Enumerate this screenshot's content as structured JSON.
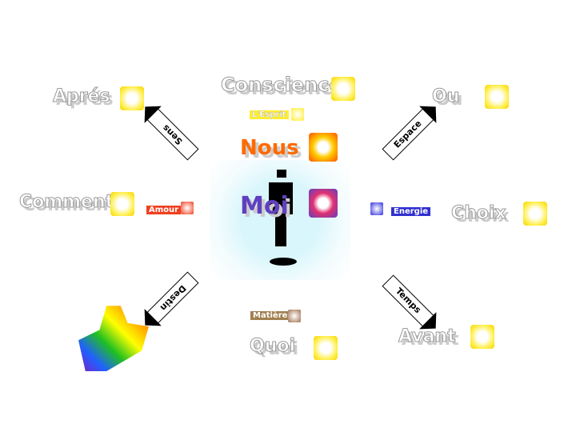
{
  "center": {
    "nous": "Nous",
    "moi": "Moi"
  },
  "outer": {
    "conscience": "Conscience",
    "apres": "Aprés",
    "ou": "Ou",
    "comment": "Comment",
    "choix": "Choix",
    "quoi": "Quoi",
    "avant": "Avant"
  },
  "inner": {
    "esprit": "L'Esprit",
    "amour": "Amour",
    "energie": "Energie",
    "matiere": "Matière"
  },
  "arrows": {
    "sens": "Sens",
    "espace": "Espace",
    "destin": "Destin",
    "temps": "Temps"
  }
}
